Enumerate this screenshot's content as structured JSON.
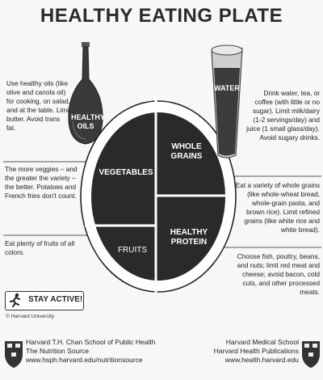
{
  "title": "HEALTHY EATING PLATE",
  "oils": {
    "label": "HEALTHY OILS",
    "note": "Use healthy oils (like olive and canola oil) for cooking, on salad, and at the table. Limit butter. Avoid trans fat."
  },
  "water": {
    "label": "WATER",
    "note": "Drink water, tea, or coffee (with little or no sugar). Limit milk/dairy (1-2 servings/day) and juice (1 small glass/day). Avoid sugary drinks."
  },
  "plate": {
    "vegetables": "VEGETABLES",
    "whole_grains_1": "WHOLE",
    "whole_grains_2": "GRAINS",
    "fruits": "FRUITS",
    "protein_1": "HEALTHY",
    "protein_2": "PROTEIN"
  },
  "notes": {
    "veggies": "The more veggies – and the greater the variety – the better. Potatoes and French fries don't count.",
    "fruits": "Eat plenty of fruits of all colors.",
    "grains": "Eat a variety of whole grains (like whole-wheat bread, whole-grain pasta, and brown rice). Limit refined grains (like white rice and white bread).",
    "protein": "Choose fish, poultry, beans, and nuts; limit red meat and cheese; avoid bacon, cold cuts, and other processed meats."
  },
  "stay_active": "STAY ACTIVE!",
  "copyright": "© Harvard University",
  "footer_left": {
    "line1": "Harvard T.H. Chan School of Public Health",
    "line2": "The Nutrition Source",
    "line3": "www.hsph.harvard.edu/nutritionsource"
  },
  "footer_right": {
    "line1": "Harvard Medical School",
    "line2": "Harvard Health Publications",
    "line3": "www.health.harvard.edu"
  },
  "colors": {
    "plate_fill": "#2a2a2a",
    "plate_rim": "#ffffff",
    "bottle": "#3a3a3a",
    "glass_water": "#3c3c3c"
  }
}
